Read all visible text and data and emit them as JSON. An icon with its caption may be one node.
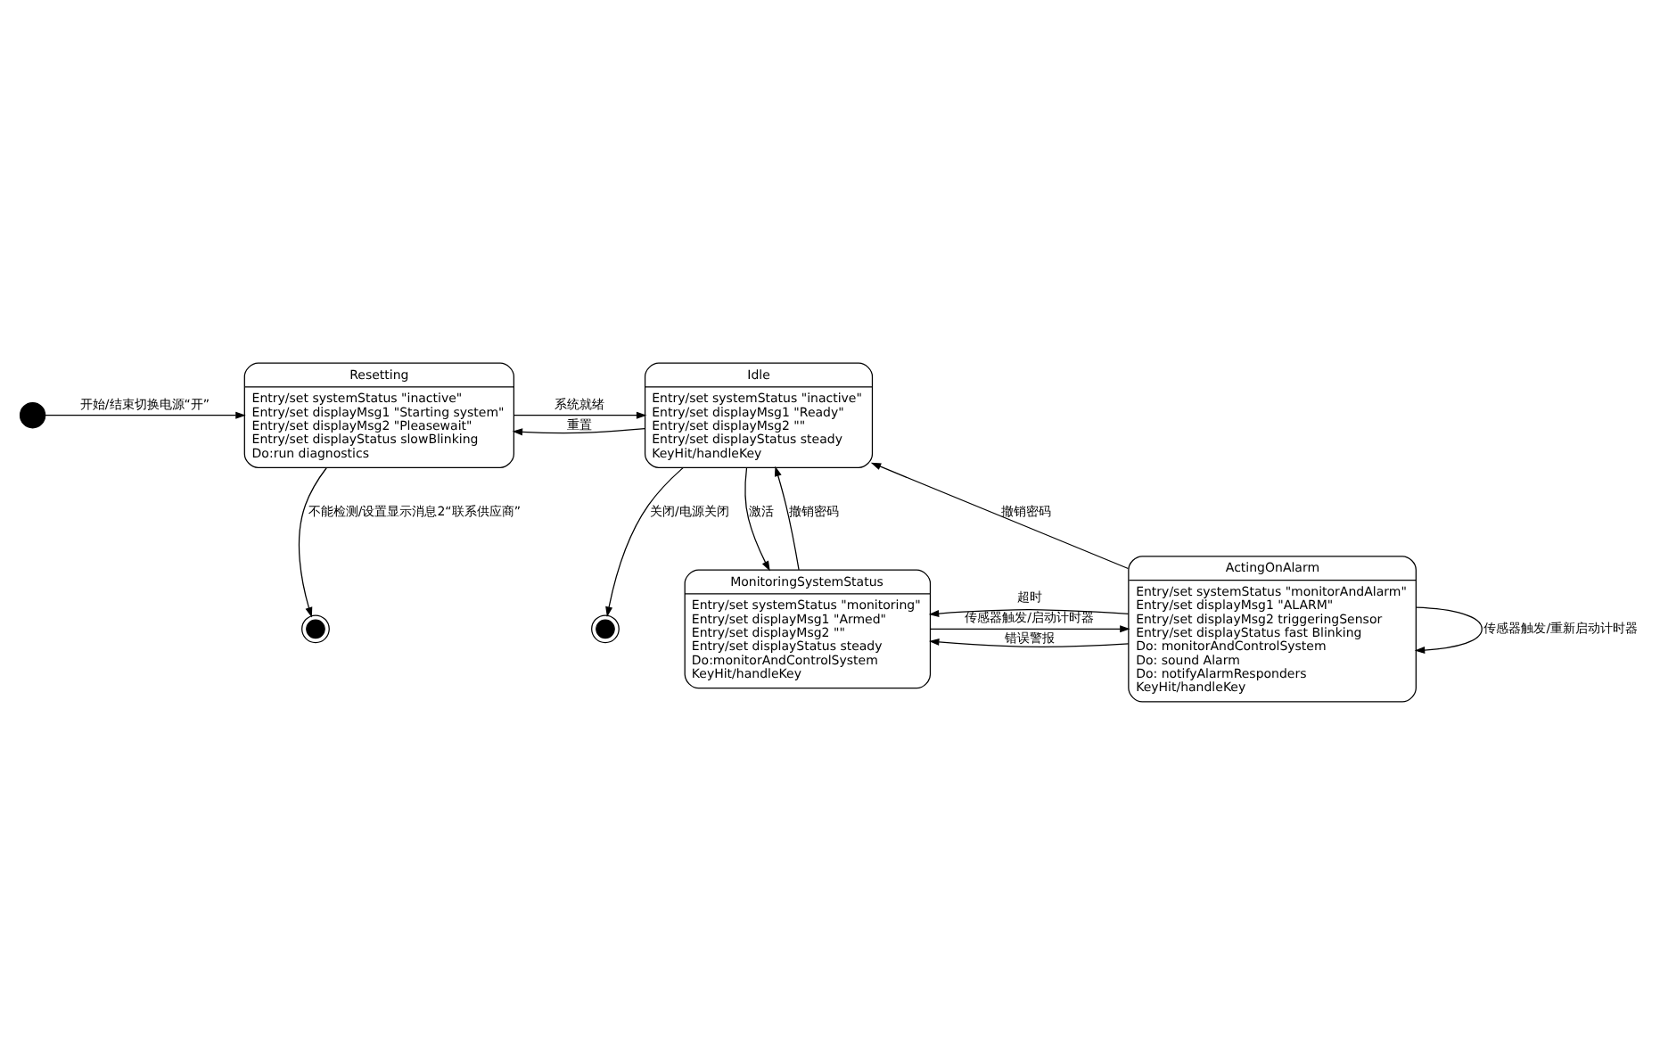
{
  "diagram": {
    "nodes": [
      {
        "text": [],
        "shape": "circle"
      },
      {
        "text": [
          "Resetting",
          "Entry/set systemStatus \"inactive\"",
          "Entry/set displayMsg1 \"Starting system\"",
          "Entry/set displayMsg2 \"Pleasewait\"",
          "Entry/set displayStatus slowBlinking",
          "Do:run diagnostics"
        ]
      },
      {
        "text": [],
        "shape": "circle"
      },
      {
        "text": [
          "Idle",
          "Entry/set systemStatus \"inactive\"",
          "Entry/set displayMsg1 \"Ready\"",
          "Entry/set displayMsg2 \"\"",
          "Entry/set displayStatus steady",
          "KeyHit/handleKey"
        ]
      },
      {
        "text": [],
        "shape": "circle"
      },
      {
        "text": [
          "MonitoringSystemStatus",
          "Entry/set systemStatus \"monitoring\"",
          "Entry/set displayMsg1 \"Armed\"",
          "Entry/set displayMsg2 \"\"",
          "Entry/set displayStatus steady",
          "Do:monitorAndControlSystem",
          "KeyHit/handleKey"
        ]
      },
      {
        "text": [
          "ActingOnAlarm",
          "Entry/set systemStatus \"monitorAndAlarm\"",
          "Entry/set displayMsg1 \"ALARM\"",
          "Entry/set displayMsg2 triggeringSensor",
          "Entry/set displayStatus fast Blinking",
          "Do: monitorAndControlSystem",
          "Do: sound Alarm",
          "Do: notifyAlarmResponders",
          "KeyHit/handleKey"
        ]
      }
    ],
    "edges": [
      {
        "from": 0,
        "to": 1,
        "arrow": "to",
        "label": "开始/结束切换电源“开”"
      },
      {
        "from": 1,
        "to": 2,
        "arrow": "to",
        "label": "不能检测/设置显示消息2“联系供应商”"
      },
      {
        "from": 1,
        "to": 3,
        "arrow": "to",
        "label": "系统就绪"
      },
      {
        "from": 3,
        "to": 1,
        "arrow": "to",
        "label": "重置"
      },
      {
        "from": 3,
        "to": 5,
        "arrow": "to",
        "label": "激活"
      },
      {
        "from": 5,
        "to": 3,
        "arrow": "to",
        "label": "撤销密码"
      },
      {
        "from": 3,
        "to": 4,
        "arrow": "to",
        "label": "关闭/电源关闭"
      },
      {
        "from": 6,
        "to": 5,
        "arrow": "to",
        "label": "错误警报"
      },
      {
        "from": 6,
        "to": 5,
        "arrow": "to",
        "label": "超时"
      },
      {
        "from": 5,
        "to": 6,
        "arrow": "to",
        "label": "传感器触发/启动计时器"
      },
      {
        "from": 6,
        "to": 3,
        "arrow": "to",
        "label": "撤销密码"
      },
      {
        "from": 6,
        "to": 6,
        "arrow": "to",
        "label": "传感器触发/重新启动计时器"
      }
    ]
  }
}
